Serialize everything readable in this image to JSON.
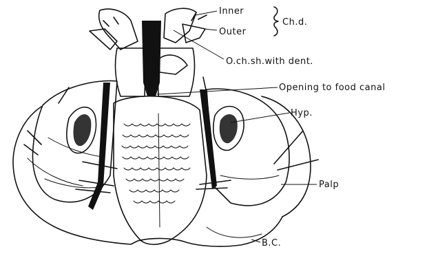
{
  "labels": {
    "inner": "Inner",
    "outer": "Outer",
    "chelicera_digits": "Ch.d.",
    "outer_cheliceral_sheath": "O.ch.sh.with dent.",
    "food_canal_opening": "Opening to food canal",
    "hypostome": "Hyp.",
    "palp": "Palp",
    "basis_capituli": "B.C."
  },
  "colors": {
    "ink": "#111111",
    "paper": "#ffffff"
  }
}
